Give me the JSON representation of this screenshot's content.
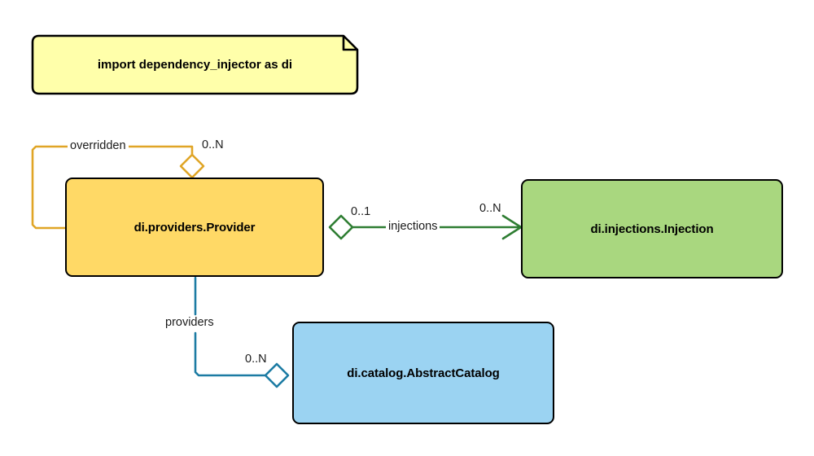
{
  "diagram": {
    "type": "uml-class-diagram",
    "background": "#ffffff",
    "note": {
      "text": "import dependency_injector as di",
      "fill": "#ffffaa",
      "stroke": "#000000"
    },
    "nodes": [
      {
        "id": "provider",
        "label": "di.providers.Provider",
        "fill": "#ffd966",
        "stroke": "#000000"
      },
      {
        "id": "injection",
        "label": "di.injections.Injection",
        "fill": "#a9d77f",
        "stroke": "#000000"
      },
      {
        "id": "catalog",
        "label": "di.catalog.AbstractCatalog",
        "fill": "#9bd3f2",
        "stroke": "#000000"
      }
    ],
    "edges": [
      {
        "id": "overridden",
        "label": "overridden",
        "source_multiplicity": "",
        "target_multiplicity": "0..N",
        "color": "#e0a526",
        "source": "provider",
        "target": "provider",
        "kind": "aggregation-self-loop"
      },
      {
        "id": "injections",
        "label": "injections",
        "source_multiplicity": "0..1",
        "target_multiplicity": "0..N",
        "color": "#2e7d32",
        "source": "provider",
        "target": "injection",
        "kind": "aggregation-directed"
      },
      {
        "id": "providers",
        "label": "providers",
        "source_multiplicity": "",
        "target_multiplicity": "0..N",
        "color": "#1c7ba3",
        "source": "provider",
        "target": "catalog",
        "kind": "aggregation"
      }
    ]
  }
}
